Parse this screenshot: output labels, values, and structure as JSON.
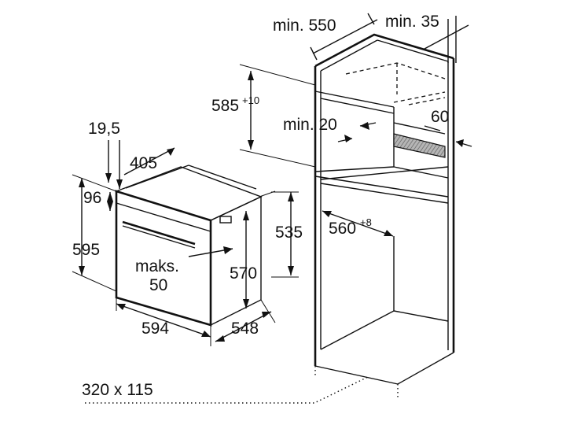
{
  "labels": {
    "min_550": "min. 550",
    "min_35": "min. 35",
    "dim_585": "585",
    "dim_585_sup": "+10",
    "min_20": "min. 20",
    "dim_60": "60",
    "dim_19_5": "19,5",
    "dim_405": "405",
    "dim_96": "96",
    "dim_595": "595",
    "maks": "maks.",
    "maks_50": "50",
    "dim_570": "570",
    "dim_535": "535",
    "dim_560": "560",
    "dim_560_sup": "+8",
    "dim_594": "594",
    "dim_548": "548",
    "vent": "320 x 115"
  },
  "colors": {
    "line": "#111111",
    "background": "#ffffff",
    "hatch_fill": "#8a8a8a"
  }
}
